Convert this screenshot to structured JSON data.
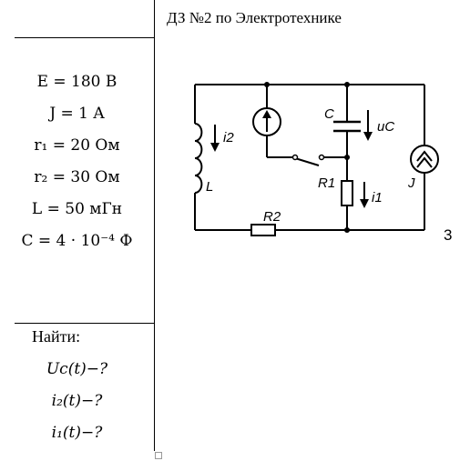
{
  "title": "ДЗ №2 по Электротехнике",
  "given": {
    "E": "E = 180 В",
    "J": "J = 1 A",
    "r1": "r₁ = 20 Ом",
    "r2": "r₂ = 30 Ом",
    "L": "L = 50 мГн",
    "C": "C = 4 · 10⁻⁴ Ф"
  },
  "find": {
    "heading": "Найти:",
    "items": [
      "Uc(t)−?",
      "i₂(t)−?",
      "i₁(t)−?"
    ]
  },
  "circuit": {
    "labels": {
      "C": "C",
      "uc": "uC",
      "i2": "i2",
      "L": "L",
      "R1": "R1",
      "i1": "i1",
      "J": "J",
      "R2": "R2"
    },
    "variant": "3"
  }
}
